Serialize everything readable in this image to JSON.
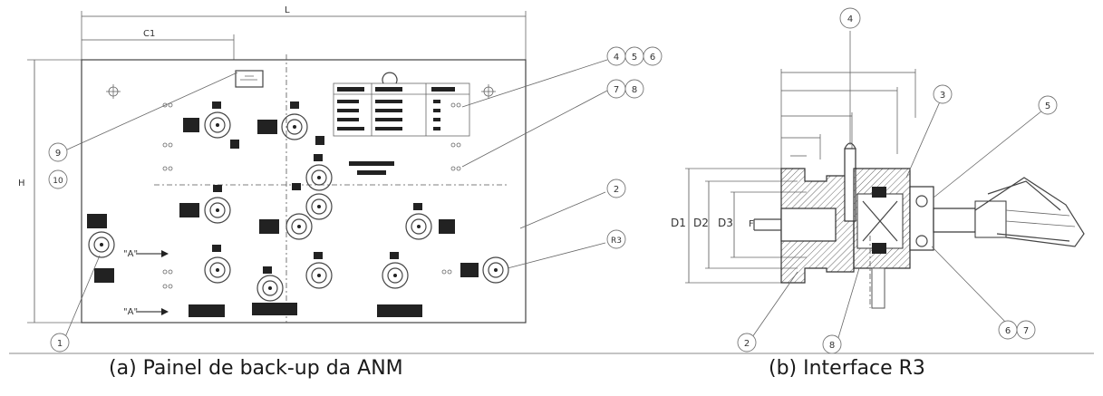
{
  "figure": {
    "left_caption": "(a) Painel de back-up da ANM",
    "right_caption": "(b) Interface R3"
  },
  "panel": {
    "dim_labels": {
      "overall_width": "L",
      "offset": "C1",
      "height": "H"
    },
    "section_labels": [
      "\"A\"",
      "\"A\""
    ],
    "callouts": [
      "1",
      "2",
      "9",
      "10",
      "4",
      "5",
      "6",
      "7",
      "8",
      "R3"
    ]
  },
  "interface": {
    "dim_labels": [
      "D1",
      "D2",
      "D3",
      "F"
    ],
    "callouts": [
      "4",
      "3",
      "5",
      "2",
      "8",
      "6",
      "7"
    ]
  }
}
